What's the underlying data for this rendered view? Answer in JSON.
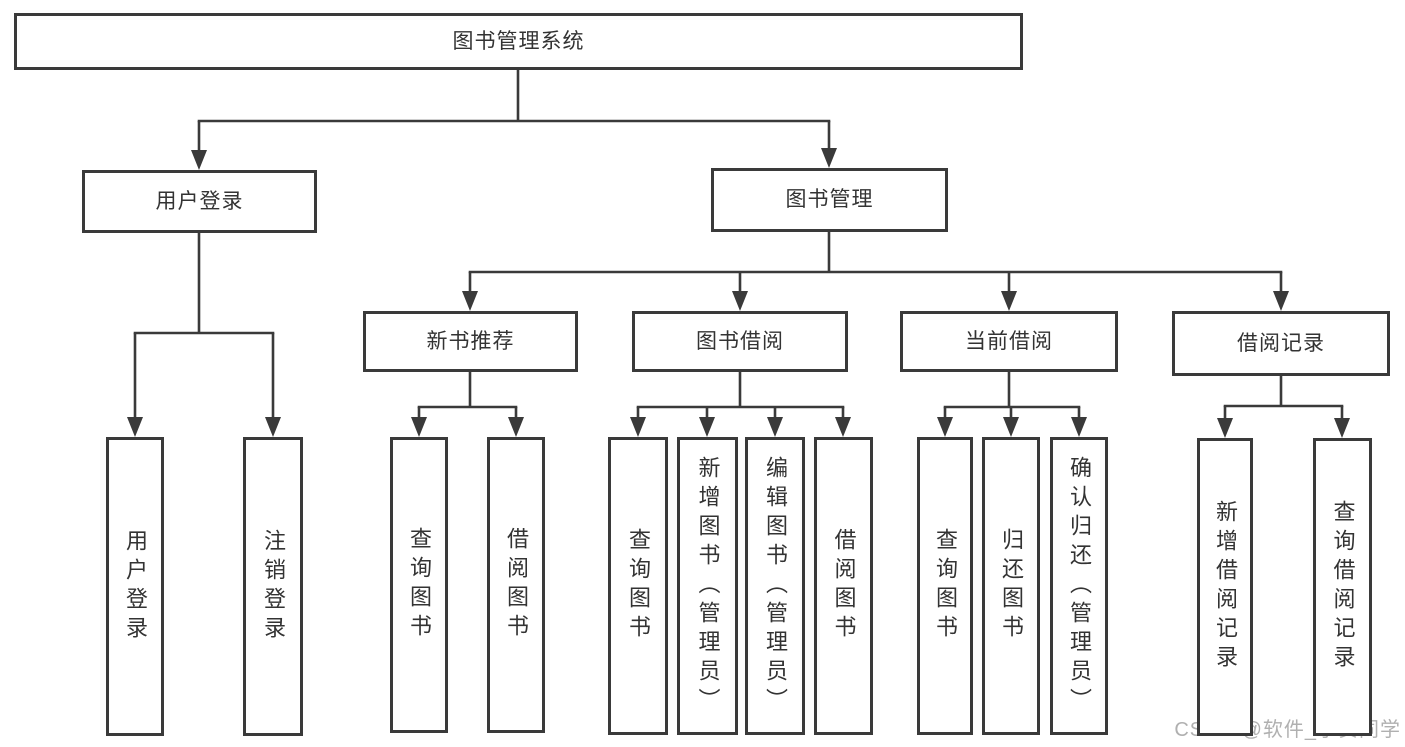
{
  "diagram": {
    "title": "图书管理系统",
    "watermark": "CSDN @软件_小贺同学",
    "colors": {
      "line": "#3a3a3a",
      "box_border": "#3a3a3a",
      "text": "#333333",
      "background": "#ffffff",
      "watermark": "#acacac"
    },
    "nodes": [
      {
        "id": "root",
        "label": "图书管理系统",
        "parent": null
      },
      {
        "id": "user_login",
        "label": "用户登录",
        "parent": "root"
      },
      {
        "id": "book_mgmt",
        "label": "图书管理",
        "parent": "root"
      },
      {
        "id": "new_book_rec",
        "label": "新书推荐",
        "parent": "book_mgmt"
      },
      {
        "id": "book_borrow",
        "label": "图书借阅",
        "parent": "book_mgmt"
      },
      {
        "id": "current_borrow",
        "label": "当前借阅",
        "parent": "book_mgmt"
      },
      {
        "id": "borrow_record",
        "label": "借阅记录",
        "parent": "book_mgmt"
      },
      {
        "id": "ul_login",
        "label": "用户登录",
        "parent": "user_login"
      },
      {
        "id": "ul_logout",
        "label": "注销登录",
        "parent": "user_login"
      },
      {
        "id": "nb_query",
        "label": "查询图书",
        "parent": "new_book_rec"
      },
      {
        "id": "nb_borrow",
        "label": "借阅图书",
        "parent": "new_book_rec"
      },
      {
        "id": "bb_query",
        "label": "查询图书",
        "parent": "book_borrow"
      },
      {
        "id": "bb_add",
        "label": "新增图书（管理员）",
        "parent": "book_borrow"
      },
      {
        "id": "bb_edit",
        "label": "编辑图书（管理员）",
        "parent": "book_borrow"
      },
      {
        "id": "bb_borrow",
        "label": "借阅图书",
        "parent": "book_borrow"
      },
      {
        "id": "cb_query",
        "label": "查询图书",
        "parent": "current_borrow"
      },
      {
        "id": "cb_return",
        "label": "归还图书",
        "parent": "current_borrow"
      },
      {
        "id": "cb_confirm",
        "label": "确认归还（管理员）",
        "parent": "current_borrow"
      },
      {
        "id": "br_add",
        "label": "新增借阅记录",
        "parent": "borrow_record"
      },
      {
        "id": "br_query",
        "label": "查询借阅记录",
        "parent": "borrow_record"
      }
    ]
  }
}
